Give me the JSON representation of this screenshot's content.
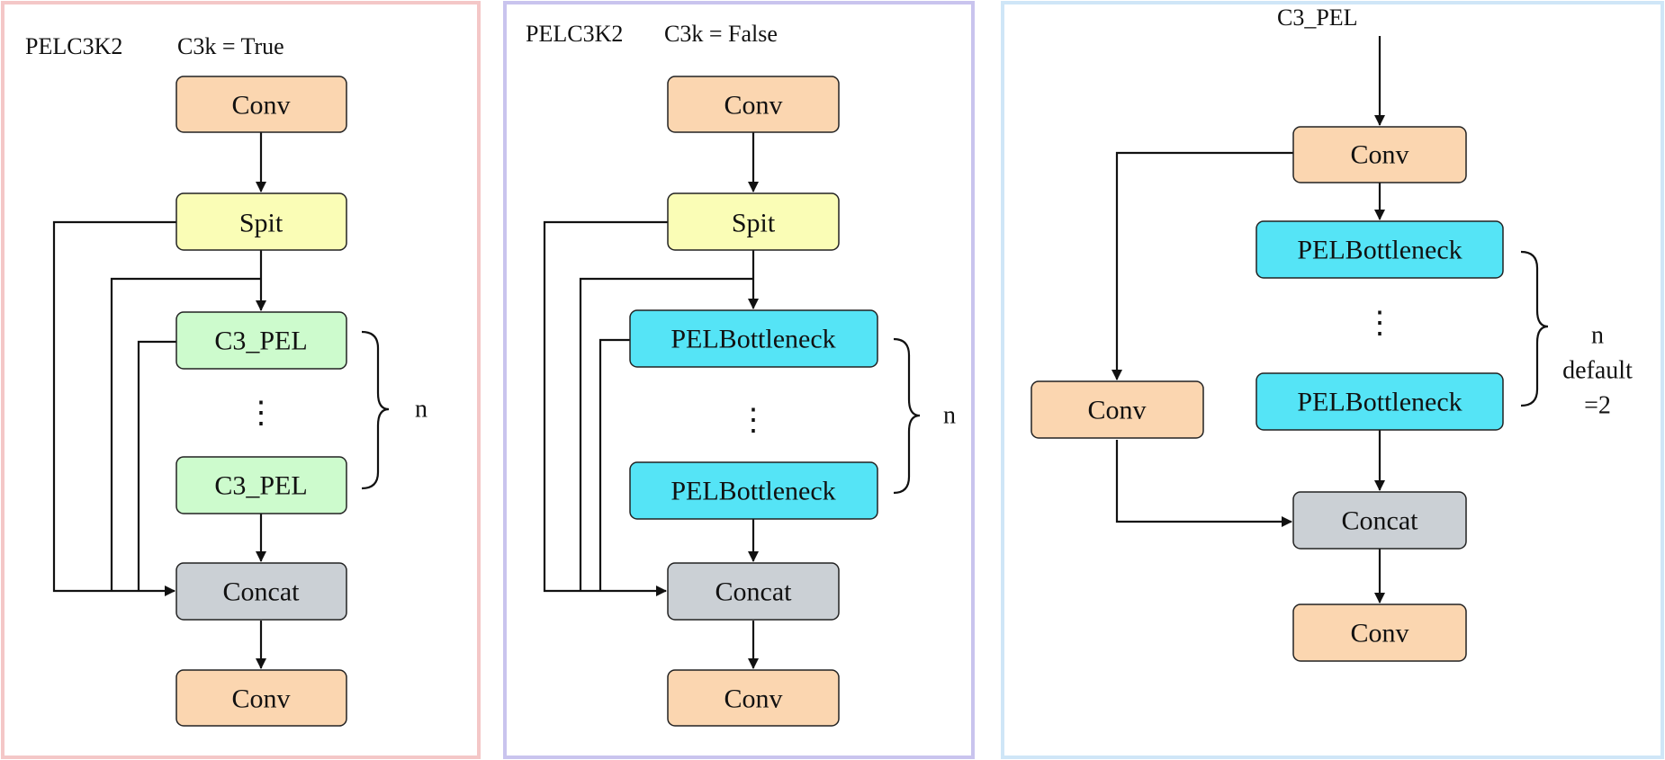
{
  "panels": {
    "left": {
      "title": "PELC3K2",
      "param": "C3k = True",
      "border_color": "#f4c7c7",
      "boxes": {
        "conv_top": "Conv",
        "split": "Spit",
        "c3_first": "C3_PEL",
        "c3_last": "C3_PEL",
        "concat": "Concat",
        "conv_bottom": "Conv"
      },
      "dots": "⋮",
      "n_label": "n"
    },
    "middle": {
      "title": "PELC3K2",
      "param": "C3k = False",
      "border_color": "#c9c4ee",
      "boxes": {
        "conv_top": "Conv",
        "split": "Spit",
        "bottleneck_first": "PELBottleneck",
        "bottleneck_last": "PELBottleneck",
        "concat": "Concat",
        "conv_bottom": "Conv"
      },
      "dots": "⋮",
      "n_label": "n"
    },
    "right": {
      "title": "C3_PEL",
      "border_color": "#cfe6f7",
      "boxes": {
        "conv_top": "Conv",
        "conv_side": "Conv",
        "bottleneck_first": "PELBottleneck",
        "bottleneck_last": "PELBottleneck",
        "concat": "Concat",
        "conv_bottom": "Conv"
      },
      "dots": "⋮",
      "n_label_line1": "n",
      "n_label_line2": "default",
      "n_label_line3": "=2"
    }
  },
  "colors": {
    "conv": "#fbd6b0",
    "split": "#fafdb6",
    "c3pel": "#cdfbcd",
    "bottleneck": "#55e4f6",
    "concat": "#cbd0d5"
  }
}
